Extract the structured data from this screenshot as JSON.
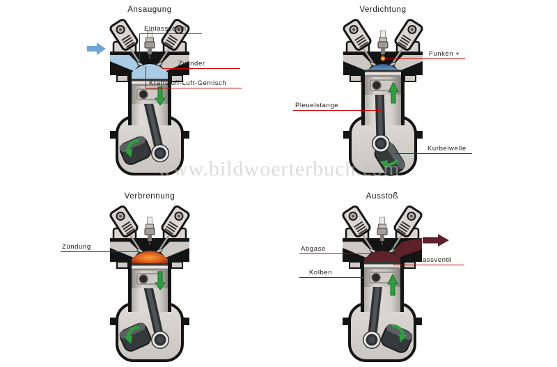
{
  "watermark": "www.bildwoerterbuch.com",
  "colors": {
    "label_line": "#cc0000",
    "title_text": "#1a1a1a",
    "label_text": "#1a1a1a",
    "intake_blue": "#a9cbe4",
    "intake_arrow_blue": "#6fa3d4",
    "compressed_blue": "#4a7fb5",
    "combustion_core": "#f5a03a",
    "combustion_orange": "#e0641e",
    "combustion_rim": "#8d2f14",
    "exhaust_maroon": "#5e2129",
    "green_arrow": "#2f9e3f",
    "engine_body_gray": "#d6d2ce",
    "outline_black": "#141414",
    "watermark_gray": "#bfbfbf"
  },
  "strokes": [
    {
      "title": "Ansaugung",
      "piston_arrow": "down",
      "flow_arrow": "intake-in-left",
      "labels": {
        "einlassventil": "Einlassventil",
        "zylinder": "Zylinder",
        "gemisch": "Kraftstoff-Luft-Gemisch"
      }
    },
    {
      "title": "Verdichtung",
      "piston_arrow": "up",
      "labels": {
        "funken": "Funken +",
        "pleuelstange": "Pleuelstange",
        "kurbelwelle": "Kurbelwelle"
      }
    },
    {
      "title": "Verbrennung",
      "piston_arrow": "down",
      "labels": {
        "zuendung": "Zündung"
      }
    },
    {
      "title": "Ausstoß",
      "piston_arrow": "up",
      "flow_arrow": "exhaust-out-right",
      "labels": {
        "abgase": "Abgase",
        "auslassventil": "Auslassventil",
        "kolben": "Kolben"
      }
    }
  ]
}
